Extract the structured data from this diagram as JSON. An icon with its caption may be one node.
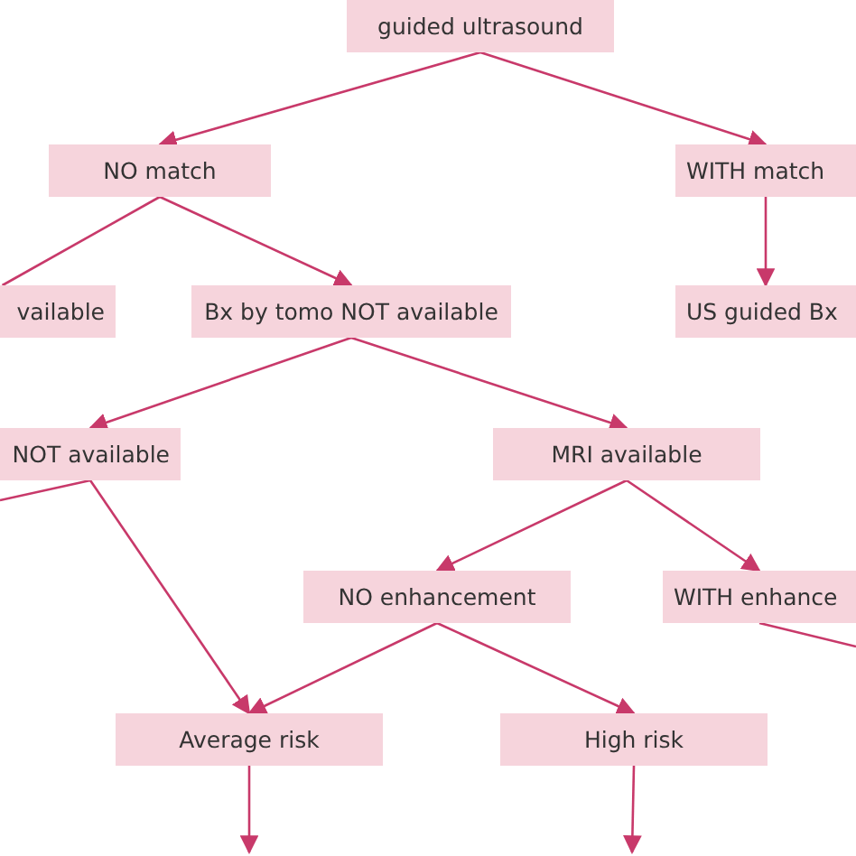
{
  "diagram": {
    "nodes": [
      {
        "text": [
          "guided ultrasound"
        ]
      },
      {
        "text": [
          "NO match"
        ]
      },
      {
        "text": [
          "WITH match"
        ]
      },
      {
        "text": [
          "vailable"
        ]
      },
      {
        "text": [
          "Bx by tomo NOT available"
        ]
      },
      {
        "text": [
          "US guided Bx"
        ]
      },
      {
        "text": [
          "NOT available"
        ]
      },
      {
        "text": [
          "MRI available"
        ]
      },
      {
        "text": [
          "NO enhancement"
        ]
      },
      {
        "text": [
          "WITH enhance"
        ]
      },
      {
        "text": [
          "Average risk"
        ]
      },
      {
        "text": [
          "High risk"
        ]
      }
    ],
    "edges": [
      {
        "from": 0,
        "to": 1,
        "arrow": "to"
      },
      {
        "from": 0,
        "to": 2,
        "arrow": "to"
      },
      {
        "from": 1,
        "to": 3,
        "arrow": "none"
      },
      {
        "from": 1,
        "to": 4,
        "arrow": "to"
      },
      {
        "from": 2,
        "to": 5,
        "arrow": "to"
      },
      {
        "from": 4,
        "to": 6,
        "arrow": "to"
      },
      {
        "from": 4,
        "to": 7,
        "arrow": "to"
      },
      {
        "from": 6,
        "to": null,
        "arrow": "none"
      },
      {
        "from": 6,
        "to": 10,
        "arrow": "to"
      },
      {
        "from": 7,
        "to": 8,
        "arrow": "to"
      },
      {
        "from": 7,
        "to": 9,
        "arrow": "to"
      },
      {
        "from": 8,
        "to": 10,
        "arrow": "to"
      },
      {
        "from": 8,
        "to": 11,
        "arrow": "to"
      },
      {
        "from": 9,
        "to": null,
        "arrow": "none"
      },
      {
        "from": 10,
        "to": null,
        "arrow": "to"
      },
      {
        "from": 11,
        "to": null,
        "arrow": "to"
      }
    ]
  }
}
